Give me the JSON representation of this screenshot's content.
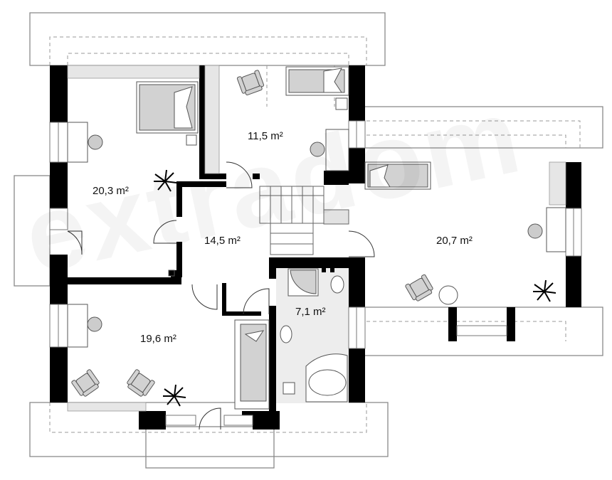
{
  "floor_plan": {
    "rooms": [
      {
        "id": "room-bedroom-nw",
        "area": "20,3 m²"
      },
      {
        "id": "room-study-n",
        "area": "11,5 m²"
      },
      {
        "id": "room-hall",
        "area": "14,5 m²"
      },
      {
        "id": "room-bedroom-e",
        "area": "20,7 m²"
      },
      {
        "id": "room-bathroom",
        "area": "7,1 m²"
      },
      {
        "id": "room-bedroom-sw",
        "area": "19,6 m²"
      }
    ],
    "watermark": "extradom"
  },
  "colors": {
    "wall": "#000000",
    "furniture_fill": "#d2d2d2",
    "furniture_stroke": "#555555",
    "bathroom_floor": "#ededed",
    "line": "#888888"
  }
}
